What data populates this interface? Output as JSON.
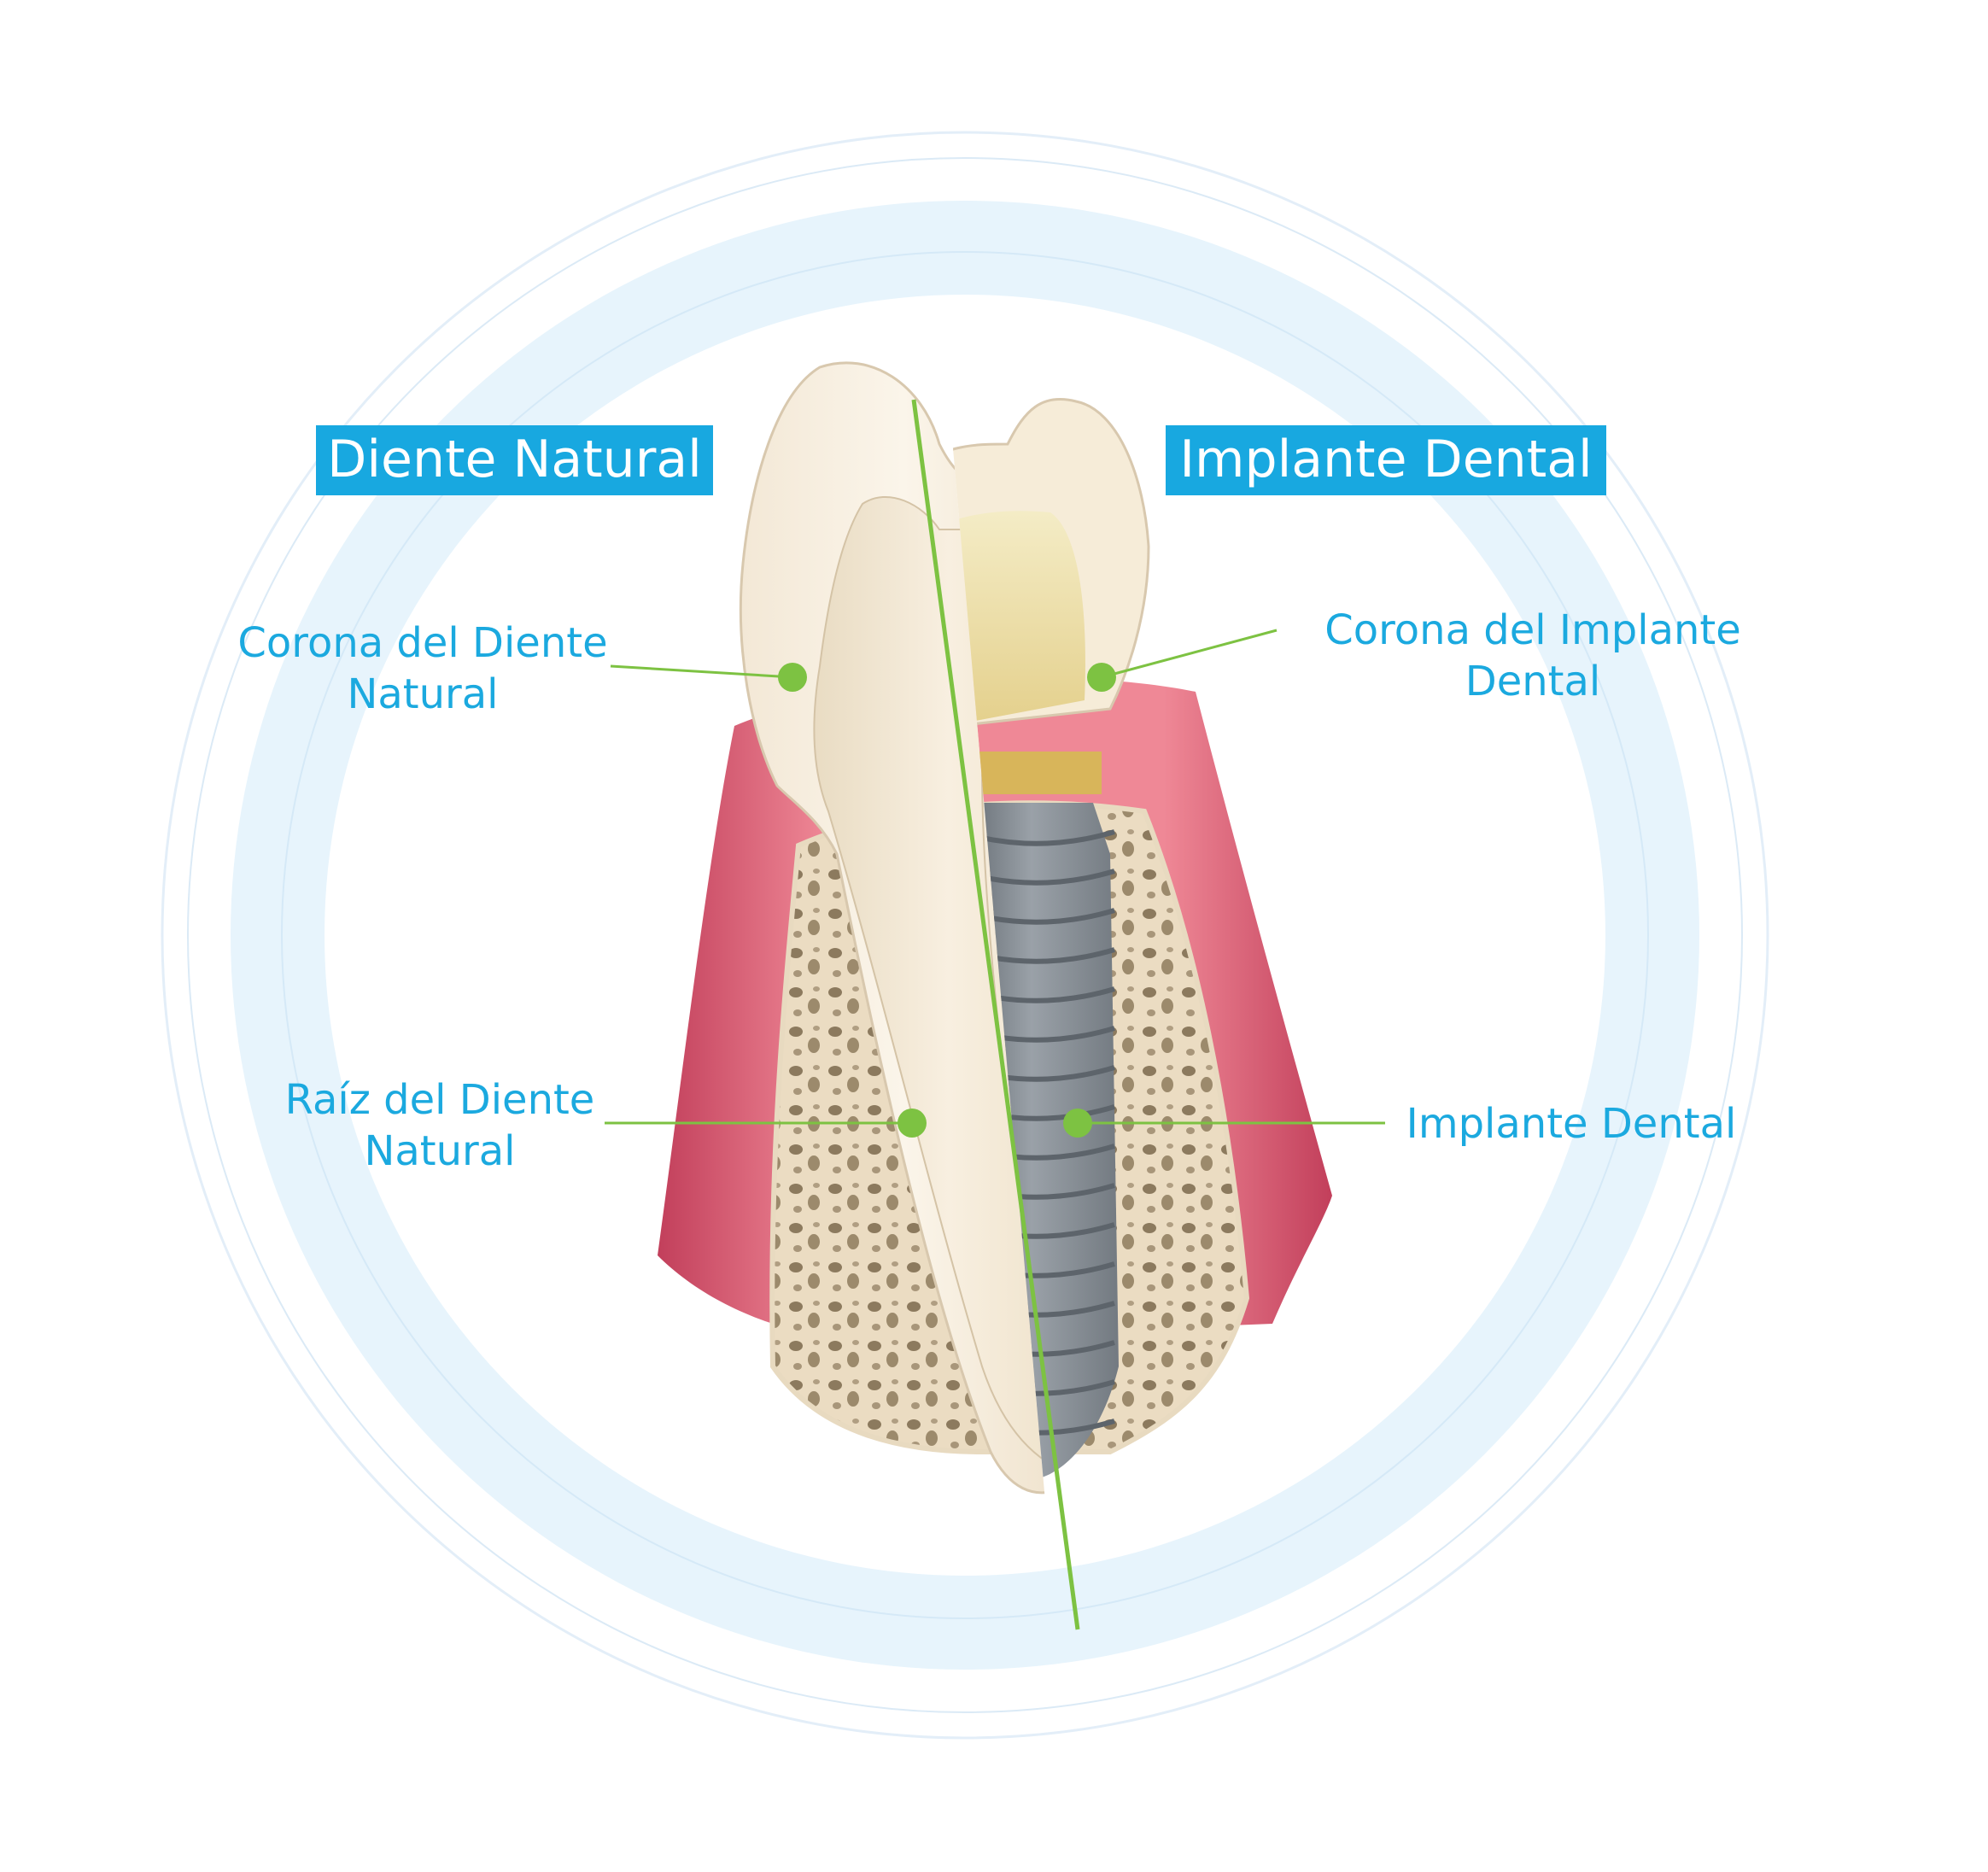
{
  "titles": {
    "natural": "Diente Natural",
    "implant": "Implante Dental"
  },
  "labels": {
    "natural_crown": [
      "Corona del Diente",
      "Natural"
    ],
    "natural_root": [
      "Raíz del Diente",
      "Natural"
    ],
    "implant_crown": [
      "Corona del Implante",
      "Dental"
    ],
    "implant_body": [
      "Implante Dental"
    ]
  },
  "colors": {
    "accent_blue": "#18a8e0",
    "label_blue": "#1ba9df",
    "leader_green": "#7dc242",
    "ring_blue": "#e6f4fc",
    "gum": "#ee8593",
    "gum_dark": "#c4445e",
    "bone": "#efe1c9",
    "enamel": "#f7eee0",
    "implant_metal": "#7f878f",
    "implant_crown": "#ecdfa9"
  }
}
